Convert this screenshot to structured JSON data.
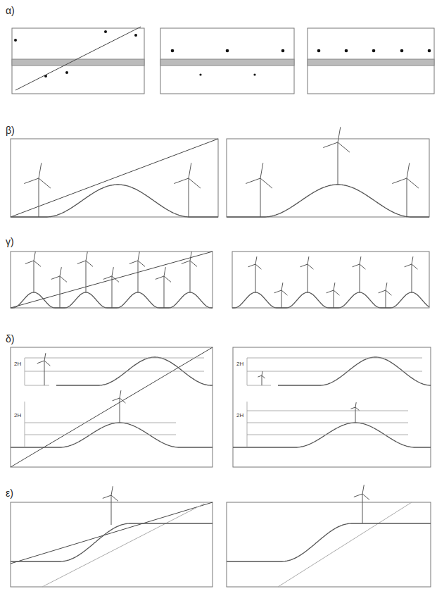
{
  "diagram": {
    "labels": [
      "α)",
      "β)",
      "γ)",
      "δ)",
      "2H",
      "2H",
      "2H",
      "2H",
      "ε)"
    ]
  }
}
